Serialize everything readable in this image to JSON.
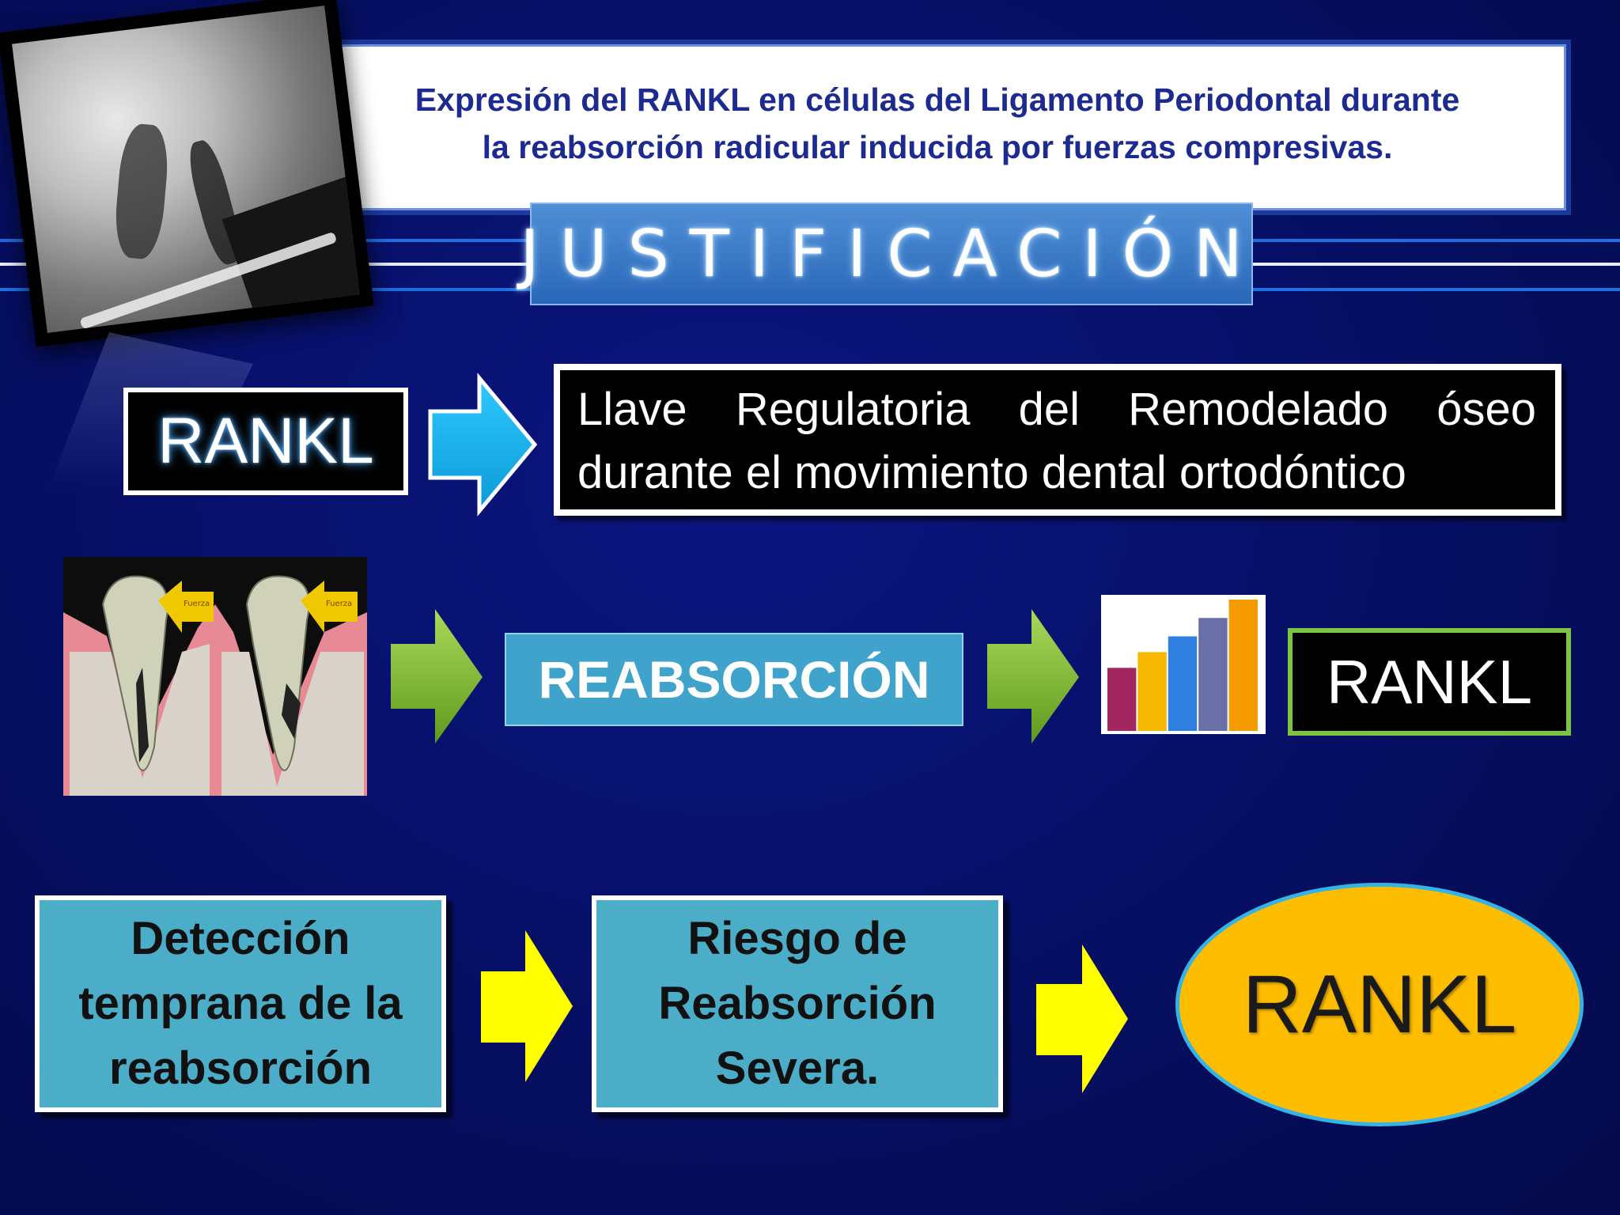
{
  "title": {
    "line1": "Expresión del RANKL en células del Ligamento Periodontal durante",
    "line2": "la reabsorción radicular inducida por fuerzas compresivas."
  },
  "banner": "JUSTIFICACIÓN",
  "row1": {
    "rankl": "RANKL",
    "description": "Llave Regulatoria del Remodelado óseo durante el movimiento dental ortodóntico"
  },
  "row2": {
    "reabsorcion": "REABSORCIÓN",
    "rankl": "RANKL"
  },
  "row3": {
    "deteccion": "Detección temprana de la reabsorción",
    "riesgo": "Riesgo de Reabsorción Severa.",
    "rankl": "RANKL"
  },
  "colors": {
    "background": "#071068",
    "title_text": "#1d2a8f",
    "banner": "#3a7cc9",
    "arrow_blue": "#14b4ee",
    "arrow_green": "#8bc34a",
    "arrow_yellow": "#ffff00",
    "teal": "#4badc8",
    "oval": "#ffbd00",
    "green_border": "#7cc443"
  },
  "chart_icon": {
    "values": [
      0.48,
      0.6,
      0.72,
      0.86,
      1.0
    ],
    "colors": [
      "#a3275f",
      "#f6b800",
      "#2f7fe0",
      "#6a6fa8",
      "#f49b00"
    ]
  }
}
